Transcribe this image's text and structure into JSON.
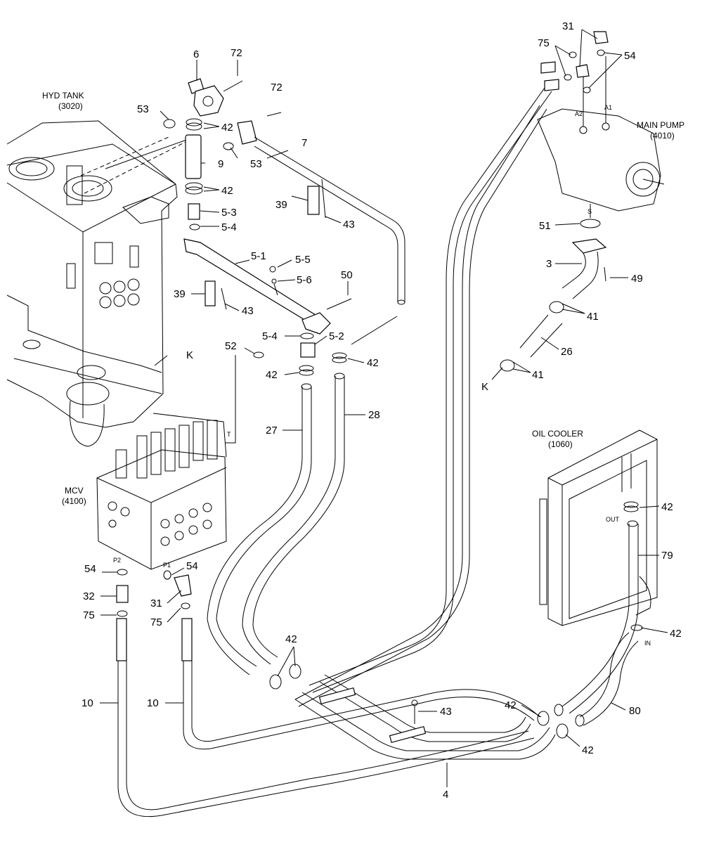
{
  "components": {
    "hyd_tank": {
      "name": "HYD TANK",
      "code": "(3020)"
    },
    "main_pump": {
      "name": "MAIN PUMP",
      "code": "(4010)"
    },
    "oil_cooler": {
      "name": "OIL COOLER",
      "code": "(1060)"
    },
    "mcv": {
      "name": "MCV",
      "code": "(4100)"
    }
  },
  "port_labels": {
    "a1": "A1",
    "a2": "A2",
    "s": "S",
    "t": "T",
    "p1": "P1",
    "p2": "P2",
    "out": "OUT",
    "in": "IN"
  },
  "callouts": {
    "c6": "6",
    "c72a": "72",
    "c72b": "72",
    "c53a": "53",
    "c53b": "53",
    "c42a": "42",
    "c42b": "42",
    "c42c": "42",
    "c42d": "42",
    "c42e": "42",
    "c42f": "42",
    "c42g": "42",
    "c42h": "42",
    "c42i": "42",
    "c9": "9",
    "c7": "7",
    "c5_3": "5-3",
    "c5_4a": "5-4",
    "c5_4b": "5-4",
    "c5_1": "5-1",
    "c5_5": "5-5",
    "c5_6": "5-6",
    "c5_2": "5-2",
    "c39a": "39",
    "c39b": "39",
    "c43a": "43",
    "c43b": "43",
    "c43c": "43",
    "c50": "50",
    "c52": "52",
    "c27": "27",
    "c28": "28",
    "c31a": "31",
    "c31b": "31",
    "c75a": "75",
    "c75b": "75",
    "c75c": "75",
    "c54a": "54",
    "c54b": "54",
    "c54c": "54",
    "c51": "51",
    "c3": "3",
    "c49": "49",
    "c41a": "41",
    "c41b": "41",
    "c26": "26",
    "cKa": "K",
    "cKb": "K",
    "c79": "79",
    "c80": "80",
    "c32": "32",
    "c10a": "10",
    "c10b": "10",
    "c4": "4"
  }
}
